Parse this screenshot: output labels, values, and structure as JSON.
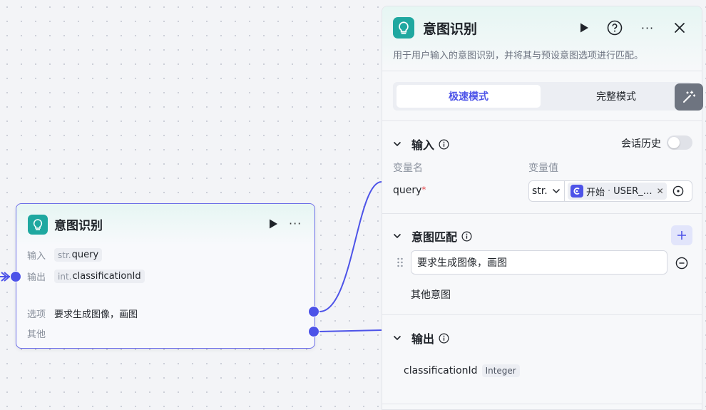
{
  "canvas_node": {
    "title": "意图识别",
    "input_label": "输入",
    "input_type": "str.",
    "input_var": "query",
    "output_label": "输出",
    "output_type": "int.",
    "output_var": "classificationId",
    "option_label": "选项",
    "option_value": "要求生成图像，画图",
    "other_label": "其他"
  },
  "panel": {
    "title": "意图识别",
    "description": "用于用户输入的意图识别，并将其与预设意图选项进行匹配。",
    "modes": [
      "极速模式",
      "完整模式"
    ],
    "active_mode": "极速模式",
    "input_section": {
      "title": "输入",
      "history_label": "会话历史",
      "history_enabled": false,
      "col_name": "变量名",
      "col_value": "变量值",
      "var_name": "query",
      "required_mark": "*",
      "type_select": "str.",
      "ref_source": "开始",
      "ref_separator": "·",
      "ref_var": "USER_…"
    },
    "intent_section": {
      "title": "意图匹配",
      "intent_value": "要求生成图像，画图",
      "other_intent": "其他意图"
    },
    "output_section": {
      "title": "输出",
      "var_name": "classificationId",
      "var_type": "Integer"
    }
  },
  "colors": {
    "accent": "#4d53e8",
    "logo": "#1fa8a0",
    "required": "#e5484d"
  }
}
